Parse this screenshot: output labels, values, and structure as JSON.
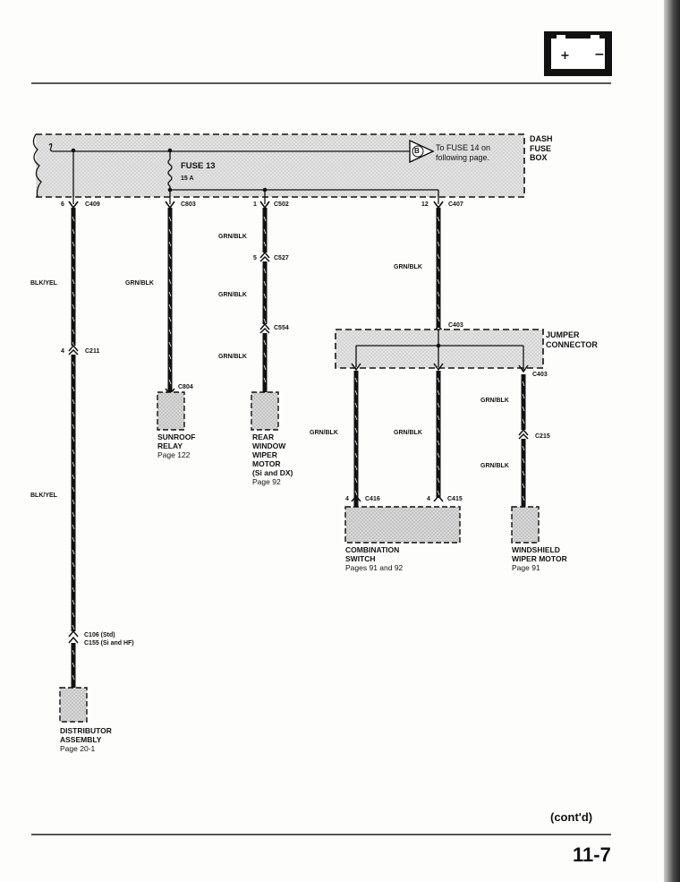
{
  "header": {
    "icon": "battery-icon"
  },
  "dash_fuse_box": {
    "label": "DASH\nFUSE\nBOX",
    "fuse_name": "FUSE 13",
    "fuse_rating": "15 A",
    "ref_letter": "B",
    "ref_text": "To FUSE 14 on\nfollowing page."
  },
  "jumper_connector": {
    "label": "JUMPER\nCONNECTOR"
  },
  "connectors": {
    "c409": "C409",
    "c409_pin": "6",
    "c803": "C803",
    "c502": "C502",
    "c502_pin": "1",
    "c407": "C407",
    "c407_pin": "12",
    "c527": "C527",
    "c527_pin": "5",
    "c554": "C554",
    "c211": "C211",
    "c211_pin": "4",
    "c804": "C804",
    "c403_top": "C403",
    "c403_bottom": "C403",
    "c215": "C215",
    "c416": "C416",
    "c416_pin": "4",
    "c415": "C415",
    "c415_pin": "4",
    "c106": "C106 (Std)",
    "c155": "C155 (Si and HF)"
  },
  "wires": {
    "blk_yel_1": "BLK/YEL",
    "blk_yel_2": "BLK/YEL",
    "grn_blk_sunroof": "GRN/BLK",
    "grn_blk_rear_1": "GRN/BLK",
    "grn_blk_rear_2": "GRN/BLK",
    "grn_blk_rear_3": "GRN/BLK",
    "grn_blk_c407": "GRN/BLK",
    "grn_blk_comb_left": "GRN/BLK",
    "grn_blk_comb_mid": "GRN/BLK",
    "grn_blk_wiper_1": "GRN/BLK",
    "grn_blk_wiper_2": "GRN/BLK"
  },
  "components": {
    "sunroof_relay": {
      "name": "SUNROOF\nRELAY",
      "page": "Page 122"
    },
    "rear_wiper": {
      "name": "REAR\nWINDOW\nWIPER\nMOTOR\n(Si and DX)",
      "page": "Page 92"
    },
    "combination_switch": {
      "name": "COMBINATION\nSWITCH",
      "page": "Pages 91 and 92"
    },
    "windshield_wiper": {
      "name": "WINDSHIELD\nWIPER MOTOR",
      "page": "Page 91"
    },
    "distributor": {
      "name": "DISTRIBUTOR\nASSEMBLY",
      "page": "Page 20-1"
    }
  },
  "footer": {
    "contd": "(cont'd)",
    "page_number": "11-7"
  }
}
